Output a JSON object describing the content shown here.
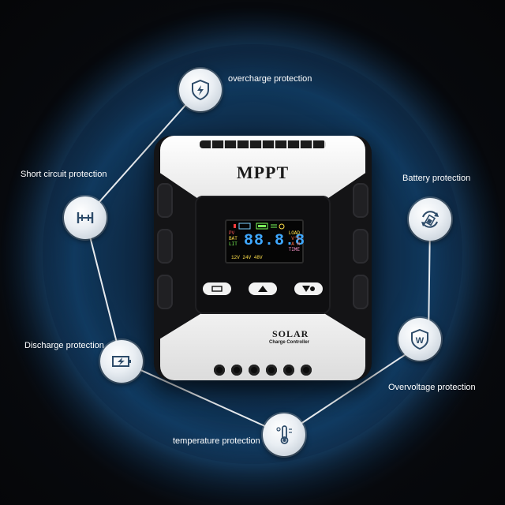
{
  "device": {
    "brand": "MPPT",
    "brand_line1": "SOLAR",
    "brand_line2": "Charge Controller",
    "display": {
      "digits": "88.8.8",
      "left_labels": [
        "PV",
        "BAT",
        "LIT"
      ],
      "right_labels": [
        "V°C",
        "A H",
        "TIME"
      ],
      "voltage_options": "12V 24V 48V",
      "load_label": "LOAD",
      "digit_color": "#3fa8ff"
    }
  },
  "features": [
    {
      "id": "overcharge",
      "label": "overcharge protection",
      "icon": "shield-bolt-icon"
    },
    {
      "id": "short-circuit",
      "label": "Short circuit protection",
      "icon": "short-circuit-icon"
    },
    {
      "id": "battery",
      "label": "Battery protection",
      "icon": "battery-cycle-icon"
    },
    {
      "id": "discharge",
      "label": "Discharge protection",
      "icon": "discharge-battery-icon"
    },
    {
      "id": "overvoltage",
      "label": "Overvoltage protection",
      "icon": "shield-w-icon"
    },
    {
      "id": "temperature",
      "label": "temperature protection",
      "icon": "thermometer-icon"
    }
  ],
  "colors": {
    "ring": "#10385c",
    "node_icon": "#2e4c6a"
  }
}
